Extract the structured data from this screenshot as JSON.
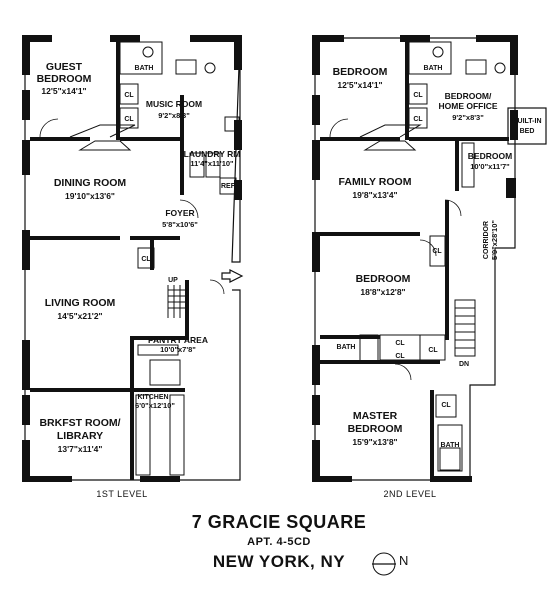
{
  "levels": {
    "first": "1ST LEVEL",
    "second": "2ND LEVEL"
  },
  "first_level": {
    "guest_bedroom": {
      "name": "GUEST BEDROOM",
      "name_line1": "GUEST",
      "name_line2": "BEDROOM",
      "dims": "12'5\"x14'1\""
    },
    "music_room": {
      "name": "MUSIC ROOM",
      "dims": "9'2\"x8'3\""
    },
    "laundry_rm": {
      "name": "LAUNDRY RM",
      "dims": "11'4\"x11'10\""
    },
    "dining_room": {
      "name": "DINING ROOM",
      "dims": "19'10\"x13'6\""
    },
    "foyer": {
      "name": "FOYER",
      "dims": "5'8\"x10'6\""
    },
    "living_room": {
      "name": "LIVING ROOM",
      "dims": "14'5\"x21'2\""
    },
    "pantry_area": {
      "name": "PANTRY AREA",
      "dims": "10'0\"x7'8\""
    },
    "kitchen": {
      "name": "KITCHEN",
      "dims": "6'0\"x12'10\""
    },
    "brkfst_room": {
      "name_line1": "BRKFST ROOM/",
      "name_line2": "LIBRARY",
      "dims": "13'7\"x11'4\""
    },
    "small_labels": {
      "bath": "BATH",
      "cl": "CL",
      "up": "UP",
      "ref": "REF"
    }
  },
  "second_level": {
    "bedroom_1": {
      "name": "BEDROOM",
      "dims": "12'5\"x14'1\""
    },
    "bedroom_home_office": {
      "name_line1": "BEDROOM/",
      "name_line2": "HOME OFFICE",
      "dims": "9'2\"x8'3\""
    },
    "built_in_bed": {
      "name_line1": "BUILT-IN",
      "name_line2": "BED"
    },
    "bedroom_small": {
      "name": "BEDROOM",
      "dims": "10'0\"x11'7\""
    },
    "family_room": {
      "name": "FAMILY ROOM",
      "dims": "19'8\"x13'4\""
    },
    "corridor": {
      "name": "CORRIDOR",
      "dims": "5'9\"x28'10\""
    },
    "bedroom_2": {
      "name": "BEDROOM",
      "dims": "18'8\"x12'8\""
    },
    "master_bedroom": {
      "name_line1": "MASTER",
      "name_line2": "BEDROOM",
      "dims": "15'9\"x13'8\""
    },
    "small_labels": {
      "bath": "BATH",
      "cl": "CL",
      "dn": "DN",
      "bath_alt": "BATH"
    }
  },
  "address": {
    "title": "7 GRACIE SQUARE",
    "apt": "APT. 4-5CD",
    "city": "NEW YORK, NY"
  },
  "compass": {
    "label": "N"
  }
}
